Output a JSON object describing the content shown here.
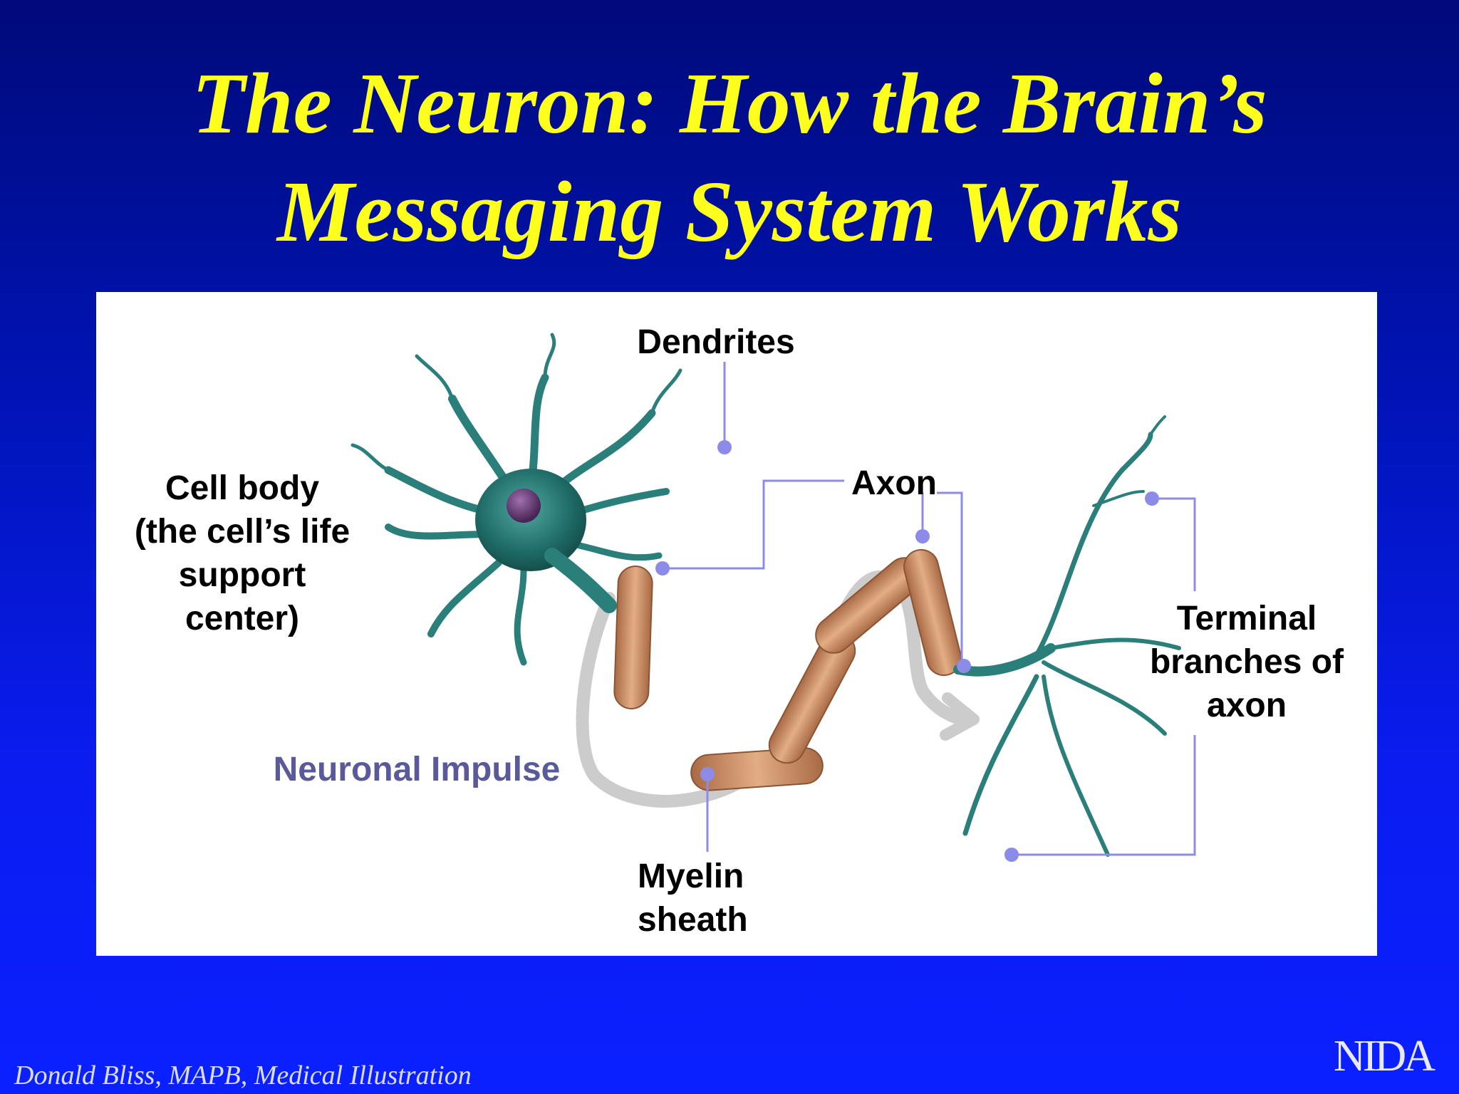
{
  "title": {
    "line1": "The Neuron: How the Brain’s",
    "line2": "Messaging System Works"
  },
  "labels": {
    "dendrites": "Dendrites",
    "axon": "Axon",
    "cell_body": [
      "Cell body",
      "(the cell’s life",
      "support",
      "center)"
    ],
    "terminal": [
      "Terminal",
      "branches of",
      "axon"
    ],
    "impulse": "Neuronal Impulse",
    "myelin": [
      "Myelin",
      "sheath"
    ]
  },
  "credit": "Donald Bliss, MAPB, Medical Illustration",
  "logo": "NIDA",
  "colors": {
    "title": "#ffff1e",
    "background_top": "#000a7a",
    "background_bottom": "#0b20ff",
    "neuron": "#2b7f7a",
    "nucleus": "#6a3a7a",
    "myelin": "#c98a5e",
    "leader_line": "#8c8ce8",
    "impulse_arrow": "#cccccc",
    "impulse_text": "#5a5a9a"
  }
}
